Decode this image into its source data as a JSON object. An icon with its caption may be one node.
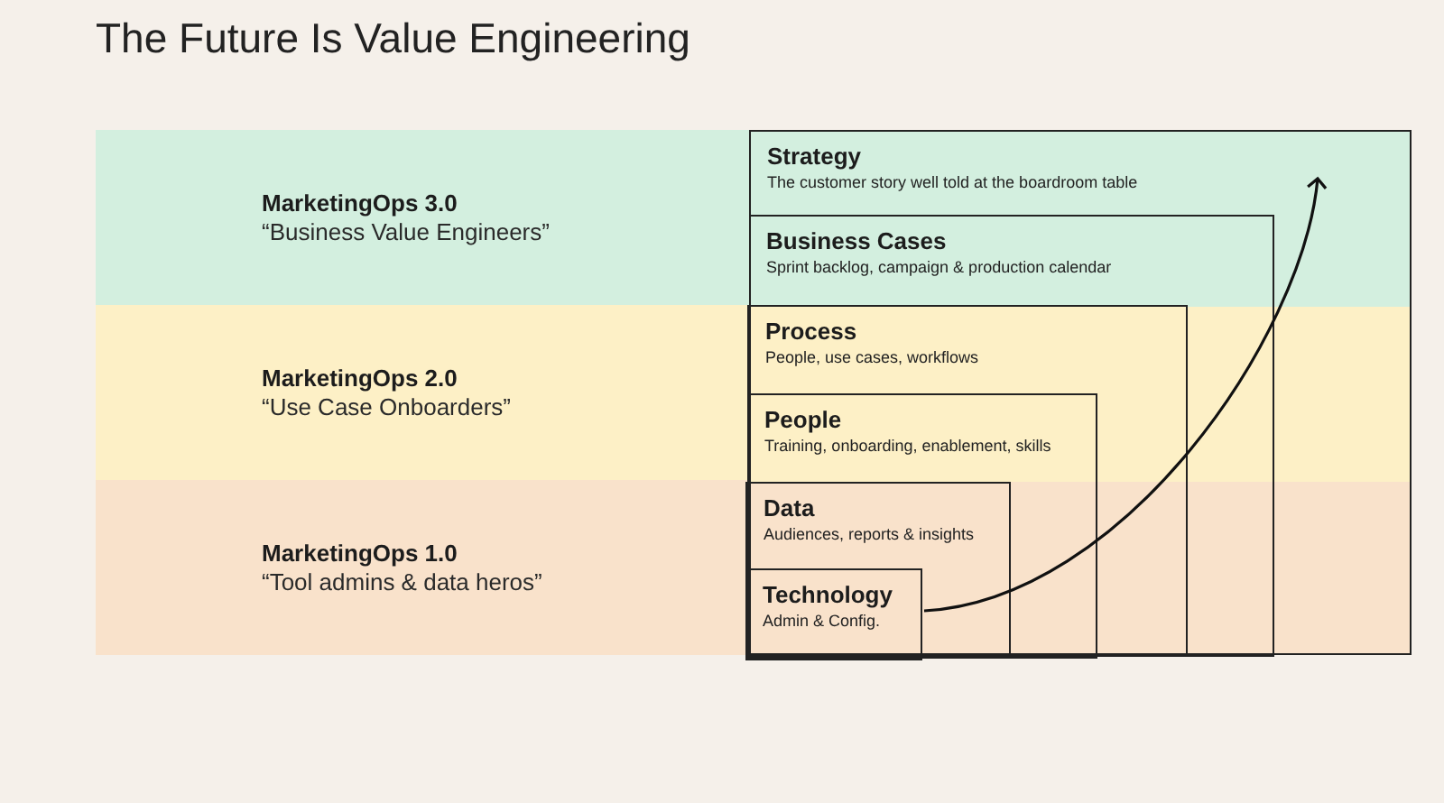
{
  "diagram": {
    "title": "The Future Is Value Engineering",
    "nodes": [
      {
        "text": [
          "MarketingOps 3.0",
          "“Business Value Engineers”"
        ]
      },
      {
        "text": [
          "MarketingOps 2.0",
          "“Use Case Onboarders”"
        ]
      },
      {
        "text": [
          "MarketingOps 1.0",
          "“Tool admins & data heros”"
        ]
      },
      {
        "text": [
          "Strategy",
          "The customer story well told at the boardroom table"
        ]
      },
      {
        "text": [
          "Business Cases",
          "Sprint backlog, campaign & production calendar"
        ],
        "in": 3
      },
      {
        "text": [
          "Process",
          "People, use cases, workflows"
        ],
        "in": 4
      },
      {
        "text": [
          "People",
          "Training, onboarding, enablement, skills"
        ],
        "in": 5
      },
      {
        "text": [
          "Data",
          "Audiences, reports & insights"
        ],
        "in": 6
      },
      {
        "text": [
          "Technology",
          "Admin & Config."
        ],
        "in": 7
      }
    ],
    "edges": [
      {
        "from": 8,
        "to": 3,
        "arrow": "to"
      }
    ]
  }
}
